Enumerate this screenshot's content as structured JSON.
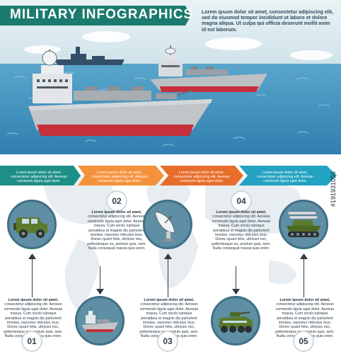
{
  "header": {
    "title": "MILITARY INFOGRAPHICS",
    "intro": "Lorem ipsum dolor sit amet, consectetur adipiscing elit, sed do eiusmod tempor incididunt ut labore et dolore magna aliqua. Ut culpa qui officia deserunt mollit anim id est laborum."
  },
  "colors": {
    "title_bar": "#1b7b6e",
    "arrow_teal": "#1d8f86",
    "arrow_orange": "#f4923b",
    "arrow_orange_dark": "#e76d2a",
    "arrow_blue": "#23a2c2",
    "circle_fill": "#5f8fa4",
    "sea": "#3e8fbd"
  },
  "arrows": [
    {
      "text": "Lorem ipsum dolor sit amet, consectetur adipiscing elit. Aenean commodo ligula eget dolor."
    },
    {
      "text": "Lorem ipsum dolor sit amet, consectetur adipiscing elit. Aenean commodo ligula eget dolor."
    },
    {
      "text": "Lorem ipsum dolor sit amet, consectetur adipiscing elit. Aenean commodo ligula eget dolor."
    },
    {
      "text": "Lorem ipsum dolor sit amet, consectetur adipiscing elit. Aenean commodo ligula eget dolor."
    }
  ],
  "steps": [
    {
      "number": "01",
      "icon": "jeep-icon",
      "heading": "Lorem ipsum dolor sit amet,",
      "body": "consectetur adipiscing elit. Aenean commodo ligula eget dolor. Aenean massa. Cum sociis natoque penatibus et magnis dis parturient montes, nascetur ridiculus mus. Donec quam felis, ultricies nec, pellentesque eu, pretium quis, sem. Nulla consequat massa quis enim."
    },
    {
      "number": "02",
      "icon": "warship-icon",
      "heading": "Lorem ipsum dolor sit amet,",
      "body": "consectetur adipiscing elit. Aenean commodo ligula eget dolor. Aenean massa. Cum sociis natoque penatibus et magnis dis parturient montes, nascetur ridiculus mus. Donec quam felis, ultricies nec, pellentesque eu, pretium quis, sem. Nulla consequat massa quis enim."
    },
    {
      "number": "03",
      "icon": "radar-dish-icon",
      "heading": "Lorem ipsum dolor sit amet,",
      "body": "consectetur adipiscing elit. Aenean commodo ligula eget dolor. Aenean massa. Cum sociis natoque penatibus et magnis dis parturient montes, nascetur ridiculus mus. Donec quam felis, ultricies nec, pellentesque eu, pretium quis, sem. Nulla consequat massa quis enim."
    },
    {
      "number": "04",
      "icon": "armored-vehicle-icon",
      "heading": "Lorem ipsum dolor sit amet,",
      "body": "consectetur adipiscing elit. Aenean commodo ligula eget dolor. Aenean massa. Cum sociis natoque penatibus et magnis dis parturient montes, nascetur ridiculus mus. Donec quam felis, ultricies nec, pellentesque eu, pretium quis, sem. Nulla consequat massa quis enim."
    },
    {
      "number": "05",
      "icon": "missile-launcher-icon",
      "heading": "Lorem ipsum dolor sit amet,",
      "body": "consectetur adipiscing elit. Aenean commodo ligula eget dolor. Aenean massa. Cum sociis natoque penatibus et magnis dis parturient montes, nascetur ridiculus mus. Donec quam felis, ultricies nec, pellentesque eu, pretium quis, sem. Nulla consequat massa quis enim."
    }
  ],
  "watermark": "#191931056"
}
